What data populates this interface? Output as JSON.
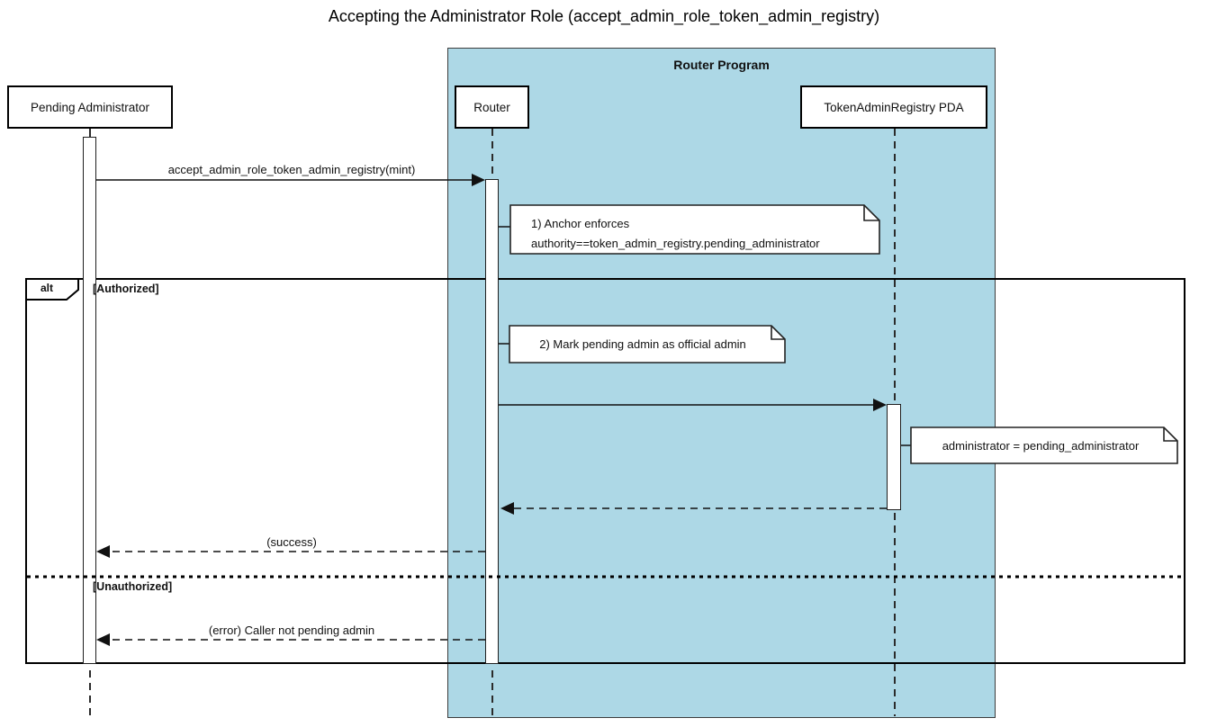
{
  "title": "Accepting the Administrator Role (accept_admin_role_token_admin_registry)",
  "group": {
    "label": "Router Program",
    "fill": "#ADD8E6"
  },
  "participants": [
    {
      "id": "pending-administrator",
      "label": "Pending Administrator"
    },
    {
      "id": "router",
      "label": "Router"
    },
    {
      "id": "token-admin-registry-pda",
      "label": "TokenAdminRegistry PDA"
    }
  ],
  "alt_frame": {
    "operator": "alt",
    "guards": [
      "[Authorized]",
      "[Unauthorized]"
    ]
  },
  "messages": [
    {
      "from": "Pending Administrator",
      "to": "Router",
      "label": "accept_admin_role_token_admin_registry(mint)",
      "style": "solid"
    },
    {
      "from": "Router",
      "to": "TokenAdminRegistry PDA",
      "label": "",
      "style": "solid"
    },
    {
      "from": "TokenAdminRegistry PDA",
      "to": "Router",
      "label": "",
      "style": "dashed"
    },
    {
      "from": "Router",
      "to": "Pending Administrator",
      "label": "(success)",
      "style": "dashed"
    },
    {
      "from": "Router",
      "to": "Pending Administrator",
      "label": "(error) Caller not pending admin",
      "style": "dashed"
    }
  ],
  "notes": [
    {
      "lines": [
        "1) Anchor enforces",
        "authority==token_admin_registry.pending_administrator"
      ]
    },
    {
      "lines": [
        "2) Mark pending admin as official admin"
      ]
    },
    {
      "lines": [
        "administrator = pending_administrator"
      ]
    }
  ],
  "colors": {
    "group_fill": "#ADD8E6",
    "line": "#111111",
    "note_fill": "#ffffff",
    "background": "#ffffff"
  }
}
